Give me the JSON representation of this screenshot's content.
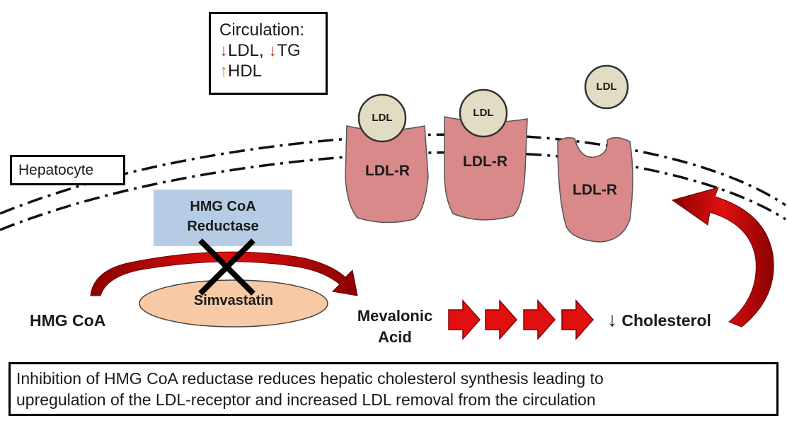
{
  "circulation": {
    "title": "Circulation:",
    "ldl": "LDL,",
    "tg": "TG",
    "hdl": "HDL",
    "down_arrow": "↓",
    "up_arrow": "↑"
  },
  "hepatocyte_label": "Hepatocyte",
  "enzyme": {
    "line1": "HMG CoA",
    "line2": "Reductase"
  },
  "drug": "Simvastatin",
  "substrate": "HMG CoA",
  "product": {
    "line1": "Mevalonic",
    "line2": "Acid"
  },
  "cholesterol": {
    "arrow": "↓",
    "label": "Cholesterol"
  },
  "ldl_particle": "LDL",
  "receptor": "LDL-R",
  "caption": {
    "line1": "Inhibition of HMG CoA reductase reduces hepatic cholesterol synthesis leading to",
    "line2": "upregulation of the LDL-receptor and increased LDL removal from the circulation"
  },
  "colors": {
    "receptor": "#d9898a",
    "ldl": "#e3dcc4",
    "enzyme_box": "#b6cce4",
    "drug_ellipse": "#f7c9a4",
    "arrow_red": "#e01010"
  }
}
